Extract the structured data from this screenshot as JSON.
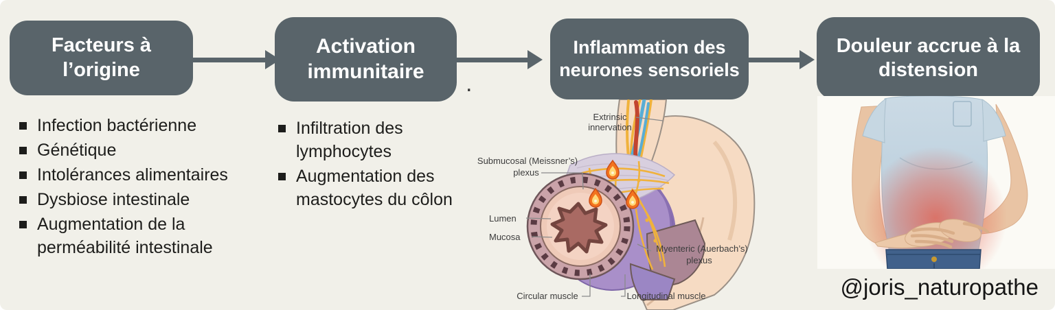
{
  "colors": {
    "background": "#f1f0e9",
    "box": "#59646a",
    "boxText": "#ffffff",
    "bodyText": "#1d1d1b",
    "arrow": "#59646a"
  },
  "steps": [
    {
      "title_lines": [
        "Facteurs à",
        "l’origine"
      ],
      "bullets": [
        "Infection bactérienne",
        "Génétique",
        "Intolérances alimentaires",
        "Dysbiose intestinale",
        "Augmentation de la perméabilité intestinale"
      ]
    },
    {
      "title_lines": [
        "Activation",
        "immunitaire"
      ],
      "bullets": [
        "Infiltration des lymphocytes",
        "Augmentation des mastocytes du côlon"
      ]
    },
    {
      "title_lines": [
        "Inflammation des",
        "neurones sensoriels"
      ],
      "bullets": []
    },
    {
      "title_lines": [
        "Douleur accrue à la",
        "distension"
      ],
      "bullets": []
    }
  ],
  "anatomy": {
    "extrinsic": [
      "Extrinsic",
      "innervation"
    ],
    "submucosal": [
      "Submucosal (Meissner’s)",
      "plexus"
    ],
    "lumen": "Lumen",
    "mucosa": "Mucosa",
    "myenteric": [
      "Myenteric (Auerbach’s)",
      "plexus"
    ],
    "circular": "Circular muscle",
    "longitudinal": "Longitudinal muscle"
  },
  "watermark": "@joris_naturopathe",
  "artifacts": {
    "dot": "."
  }
}
